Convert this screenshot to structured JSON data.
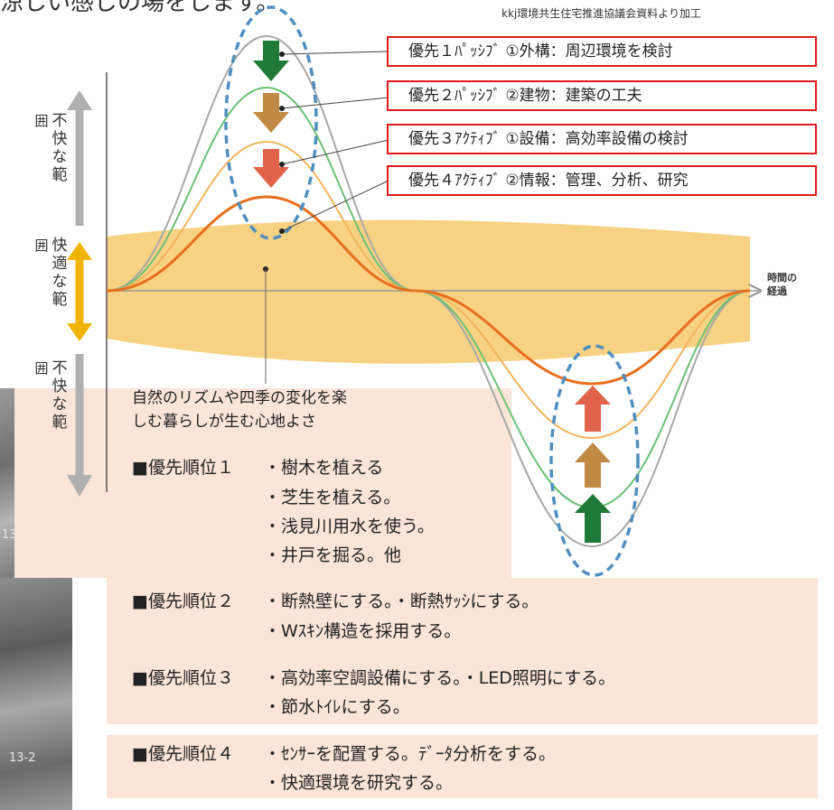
{
  "header": {
    "heading_fragment": "涼しい感じの場をします。",
    "source_note": "kkj環境共生住宅推進協議会資料より加工"
  },
  "photo_marks": [
    "13",
    "13-2"
  ],
  "priorities": [
    {
      "text": "優先１ﾊﾟｯｼﾌﾞ ①外構：周辺環境を検討"
    },
    {
      "text": "優先２ﾊﾟｯｼﾌﾞ ②建物：建築の工夫"
    },
    {
      "text": "優先３ｱｸﾃｨﾌﾞ ①設備：高効率設備の検討"
    },
    {
      "text": "優先４ｱｸﾃｨﾌﾞ ②情報：管理、分析、研究"
    }
  ],
  "zones": {
    "upper": {
      "col1": "不快な範",
      "col2": "囲"
    },
    "middle": {
      "col1": "快適な範",
      "col2": "囲"
    },
    "lower": {
      "col1": "不快な範",
      "col2": "囲"
    }
  },
  "axis": {
    "time_line1": "時間の",
    "time_line2": "経過"
  },
  "caption": {
    "line1": "自然のリズムや四季の変化を楽",
    "line2": "しむ暮らしが生む心地よさ"
  },
  "measures": [
    {
      "title": "■優先順位１",
      "items": [
        "・樹木を植える",
        "・芝生を植える。",
        "・浅見川用水を使う。",
        "・井戸を掘る。他"
      ]
    },
    {
      "title": "■優先順位２",
      "items": [
        "・断熱壁にする。・断熱ｻｯｼにする。",
        "・Wｽｷﾝ構造を採用する。"
      ]
    },
    {
      "title": "■優先順位３",
      "items": [
        "・高効率空調設備にする。・LED照明にする。",
        "・節水ﾄｲﾚにする。"
      ]
    },
    {
      "title": "■優先順位４",
      "items": [
        "・ｾﾝｻｰを配置する。ﾃﾞｰﾀ分析をする。",
        "・快適環境を研究する。"
      ]
    }
  ],
  "colors": {
    "box_border": "#e11b1b",
    "comfort_band": "#f6c35a",
    "measure_bg": "#fbe4d8",
    "arrow_green": "#1e7a36",
    "arrow_brown": "#c08a45",
    "arrow_red": "#e0634a",
    "ellipse": "#4f8fc0"
  }
}
